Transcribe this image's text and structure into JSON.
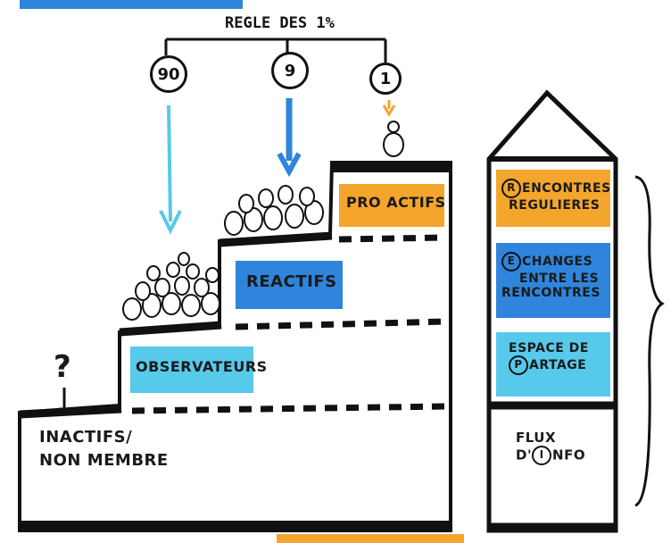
{
  "colors": {
    "light_blue": "#57c9ea",
    "blue": "#2f85dc",
    "orange": "#f3a52c",
    "black": "#111111"
  },
  "rule": {
    "title": "REGLE DES 1%",
    "levels": [
      "90",
      "9",
      "1"
    ]
  },
  "stairs": {
    "inactifs_label_line1": "INACTIFS/",
    "inactifs_label_line2": "NON MEMBRE",
    "question_mark": "?",
    "observateurs_label": "OBSERVATEURS",
    "reactifs_label": "REACTIFS",
    "proactifs_label": "PRO ACTIFS"
  },
  "house": {
    "rencontres": {
      "initial": "R",
      "line1": "ENCONTRES",
      "line2": "REGULIERES"
    },
    "echanges": {
      "initial": "E",
      "line1": "CHANGES",
      "line2": "ENTRE LES",
      "line3": "RENCONTRES"
    },
    "espace": {
      "line1": "ESPACE DE",
      "initial": "P",
      "line2": "ARTAGE"
    },
    "flux": {
      "line1": "FLUX",
      "prefix": "D'",
      "initial": "I",
      "line2": "NFO"
    }
  }
}
